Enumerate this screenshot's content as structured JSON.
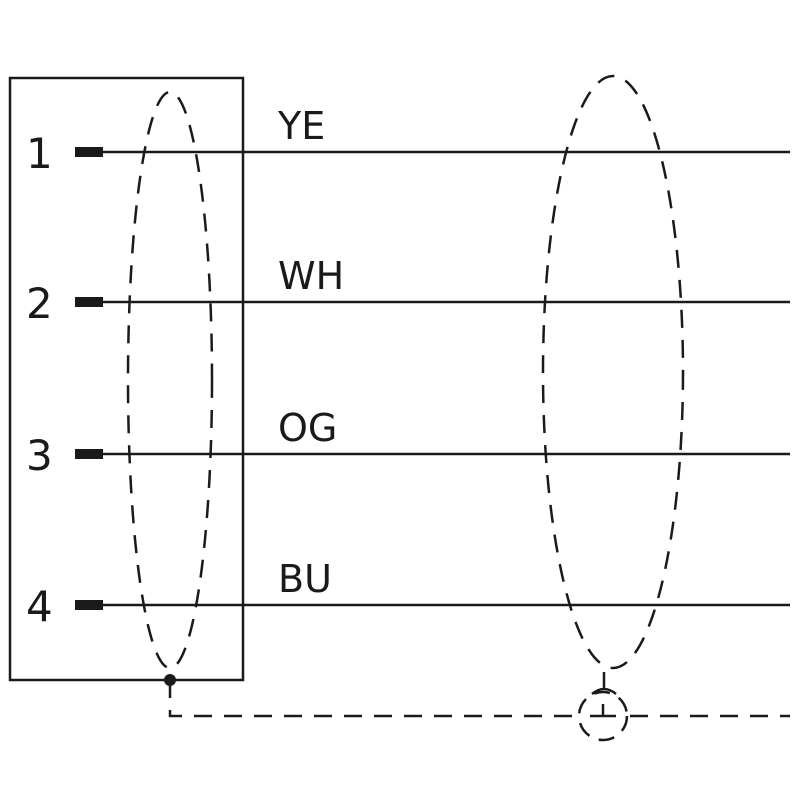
{
  "diagram": {
    "pins": [
      {
        "number": "1",
        "wire": "YE"
      },
      {
        "number": "2",
        "wire": "WH"
      },
      {
        "number": "3",
        "wire": "OG"
      },
      {
        "number": "4",
        "wire": "BU"
      }
    ],
    "color": "#1a1a1a"
  }
}
